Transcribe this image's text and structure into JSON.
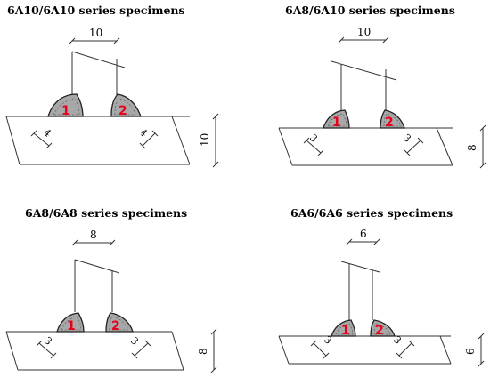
{
  "panels": [
    {
      "id": "tl",
      "title": "6A10/6A10 series specimens",
      "dim_top": "10",
      "dim_right": "10",
      "leg_left": "4",
      "leg_right": "4",
      "weld_left": "1",
      "weld_right": "2"
    },
    {
      "id": "tr",
      "title": "6A8/6A10 series specimens",
      "dim_top": "10",
      "dim_right": "8",
      "leg_left": "3",
      "leg_right": "3",
      "weld_left": "1",
      "weld_right": "2"
    },
    {
      "id": "bl",
      "title": "6A8/6A8 series specimens",
      "dim_top": "8",
      "dim_right": "8",
      "leg_left": "3",
      "leg_right": "3",
      "weld_left": "1",
      "weld_right": "2"
    },
    {
      "id": "br",
      "title": "6A6/6A6 series specimens",
      "dim_top": "6",
      "dim_right": "6",
      "leg_left": "3",
      "leg_right": "3",
      "weld_left": "1",
      "weld_right": "2"
    }
  ]
}
